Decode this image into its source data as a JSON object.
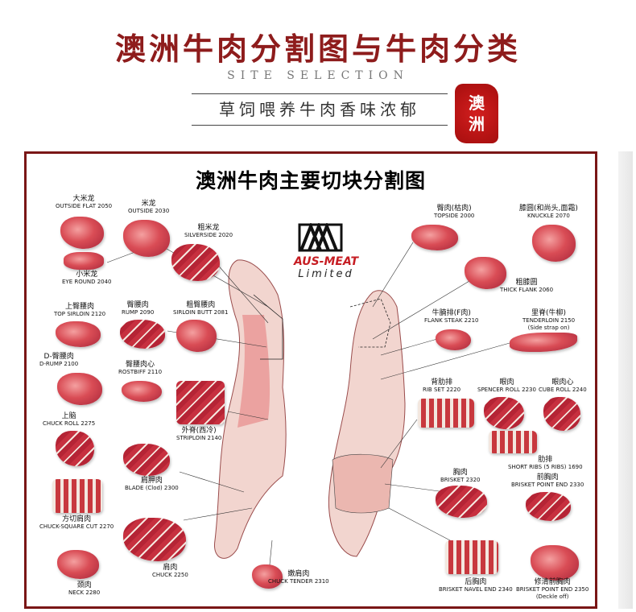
{
  "header": {
    "title": "澳洲牛肉分割图与牛肉分类",
    "subtitle": "SITE SELECTION",
    "tagline": "草饲喂养牛肉香味浓郁",
    "seal_line1": "澳",
    "seal_line2": "洲"
  },
  "chart": {
    "title": "澳洲牛肉主要切块分割图",
    "logo_name": "AUS-MEAT",
    "logo_sub": "Limited",
    "cuts_left": [
      {
        "zh": "大米龙",
        "en": "OUTSIDE FLAT 2050"
      },
      {
        "zh": "米龙",
        "en": "OUTSIDE 2030"
      },
      {
        "zh": "粗米龙",
        "en": "SILVERSIDE 2020"
      },
      {
        "zh": "小米龙",
        "en": "EYE ROUND 2040"
      },
      {
        "zh": "上臀腰肉",
        "en": "TOP SIRLOIN 2120"
      },
      {
        "zh": "臀腰肉",
        "en": "RUMP 2090"
      },
      {
        "zh": "粗臀腰肉",
        "en": "SIRLOIN BUTT 2081"
      },
      {
        "zh": "D-臀腰肉",
        "en": "D-RUMP 2100"
      },
      {
        "zh": "臀腰肉心",
        "en": "ROSTBIFF 2110"
      },
      {
        "zh": "上脑",
        "en": "CHUCK ROLL 2275"
      },
      {
        "zh": "外脊(西冷)",
        "en": "STRIPLOIN 2140"
      },
      {
        "zh": "肩胛肉",
        "en": "BLADE (Clod) 2300"
      },
      {
        "zh": "方切肩肉",
        "en": "CHUCK-SQUARE CUT 2270"
      },
      {
        "zh": "肩肉",
        "en": "CHUCK 2250"
      },
      {
        "zh": "颈肉",
        "en": "NECK 2280"
      },
      {
        "zh": "嫩肩肉",
        "en": "CHUCK TENDER 2310"
      }
    ],
    "cuts_right": [
      {
        "zh": "臀肉(枯肉)",
        "en": "TOPSIDE 2000"
      },
      {
        "zh": "膝圆(和尚头,面霜)",
        "en": "KNUCKLE 2070"
      },
      {
        "zh": "粗膝圆",
        "en": "THICK FLANK 2060"
      },
      {
        "zh": "牛腩排(F肉)",
        "en": "FLANK STEAK 2210"
      },
      {
        "zh": "里脊(牛柳)",
        "en": "TENDERLOIN 2150",
        "note": "(Side strap on)"
      },
      {
        "zh": "背肋排",
        "en": "RIB SET 2220"
      },
      {
        "zh": "眼肉",
        "en": "SPENCER ROLL 2230"
      },
      {
        "zh": "眼肉心",
        "en": "CUBE ROLL 2240"
      },
      {
        "zh": "肋排",
        "en": "SHORT RIBS (5 RIBS) 1690"
      },
      {
        "zh": "胸肉",
        "en": "BRISKET 2320"
      },
      {
        "zh": "前胸肉",
        "en": "BRISKET POINT END 2330"
      },
      {
        "zh": "后胸肉",
        "en": "BRISKET NAVEL END 2340"
      },
      {
        "zh": "修清前胸肉",
        "en": "BRISKET POINT END 2350",
        "note": "(Deckle off)"
      }
    ]
  },
  "colors": {
    "title": "#8e1c1c",
    "frame": "#7a1616",
    "seal": "#c21818"
  }
}
